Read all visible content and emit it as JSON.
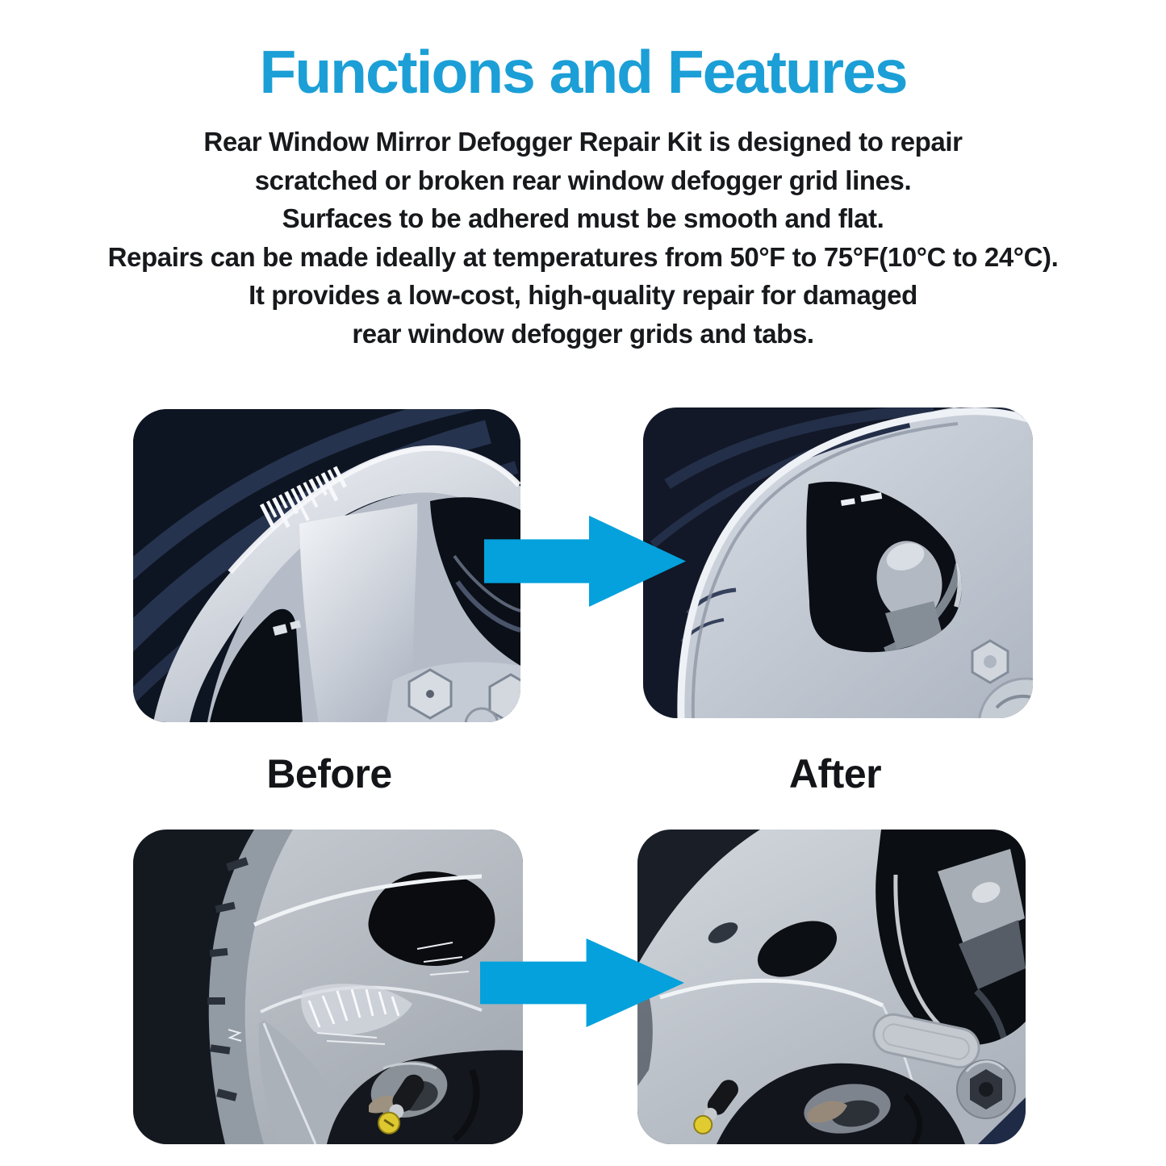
{
  "page": {
    "background": "#ffffff"
  },
  "title": {
    "text": "Functions and Features",
    "color": "#1b9fd6"
  },
  "intro": {
    "color": "#17191c",
    "lines": [
      "Rear Window Mirror Defogger Repair Kit is designed to repair",
      "scratched or broken rear window defogger grid lines.",
      "Surfaces to be adhered must be smooth and flat.",
      "Repairs can be made ideally at temperatures from 50°F to 75°F(10°C to 24°C).",
      "It provides a low-cost, high-quality repair for damaged",
      "rear window defogger grids and tabs."
    ]
  },
  "comparison": {
    "arrow_color": "#04a1dc",
    "before_label": "Before",
    "after_label": "After"
  }
}
